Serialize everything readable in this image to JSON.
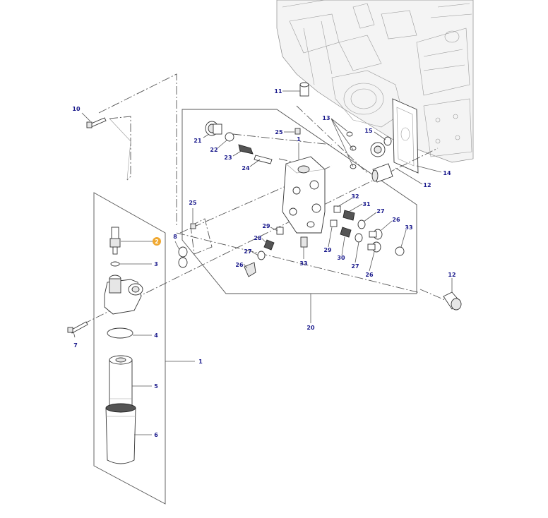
{
  "diagram": {
    "active_callout": "2",
    "active_color": "#f0a830",
    "callout_text_color": "#1a1a8c",
    "callouts": [
      {
        "id": "c-1a",
        "label": "1"
      },
      {
        "id": "c-1b",
        "label": "1"
      },
      {
        "id": "c-2",
        "label": "2"
      },
      {
        "id": "c-3",
        "label": "3"
      },
      {
        "id": "c-4",
        "label": "4"
      },
      {
        "id": "c-5",
        "label": "5"
      },
      {
        "id": "c-6",
        "label": "6"
      },
      {
        "id": "c-7",
        "label": "7"
      },
      {
        "id": "c-8",
        "label": "8"
      },
      {
        "id": "c-10",
        "label": "10"
      },
      {
        "id": "c-11",
        "label": "11"
      },
      {
        "id": "c-12a",
        "label": "12"
      },
      {
        "id": "c-12b",
        "label": "12"
      },
      {
        "id": "c-13",
        "label": "13"
      },
      {
        "id": "c-14",
        "label": "14"
      },
      {
        "id": "c-15",
        "label": "15"
      },
      {
        "id": "c-20",
        "label": "20"
      },
      {
        "id": "c-21",
        "label": "21"
      },
      {
        "id": "c-22",
        "label": "22"
      },
      {
        "id": "c-23",
        "label": "23"
      },
      {
        "id": "c-24",
        "label": "24"
      },
      {
        "id": "c-25a",
        "label": "25"
      },
      {
        "id": "c-25b",
        "label": "25"
      },
      {
        "id": "c-26a",
        "label": "26"
      },
      {
        "id": "c-26b",
        "label": "26"
      },
      {
        "id": "c-26c",
        "label": "26"
      },
      {
        "id": "c-27a",
        "label": "27"
      },
      {
        "id": "c-27b",
        "label": "27"
      },
      {
        "id": "c-27c",
        "label": "27"
      },
      {
        "id": "c-28",
        "label": "28"
      },
      {
        "id": "c-29a",
        "label": "29"
      },
      {
        "id": "c-29b",
        "label": "29"
      },
      {
        "id": "c-30",
        "label": "30"
      },
      {
        "id": "c-31",
        "label": "31"
      },
      {
        "id": "c-32",
        "label": "32"
      },
      {
        "id": "c-33a",
        "label": "33"
      },
      {
        "id": "c-33b",
        "label": "33"
      }
    ]
  }
}
